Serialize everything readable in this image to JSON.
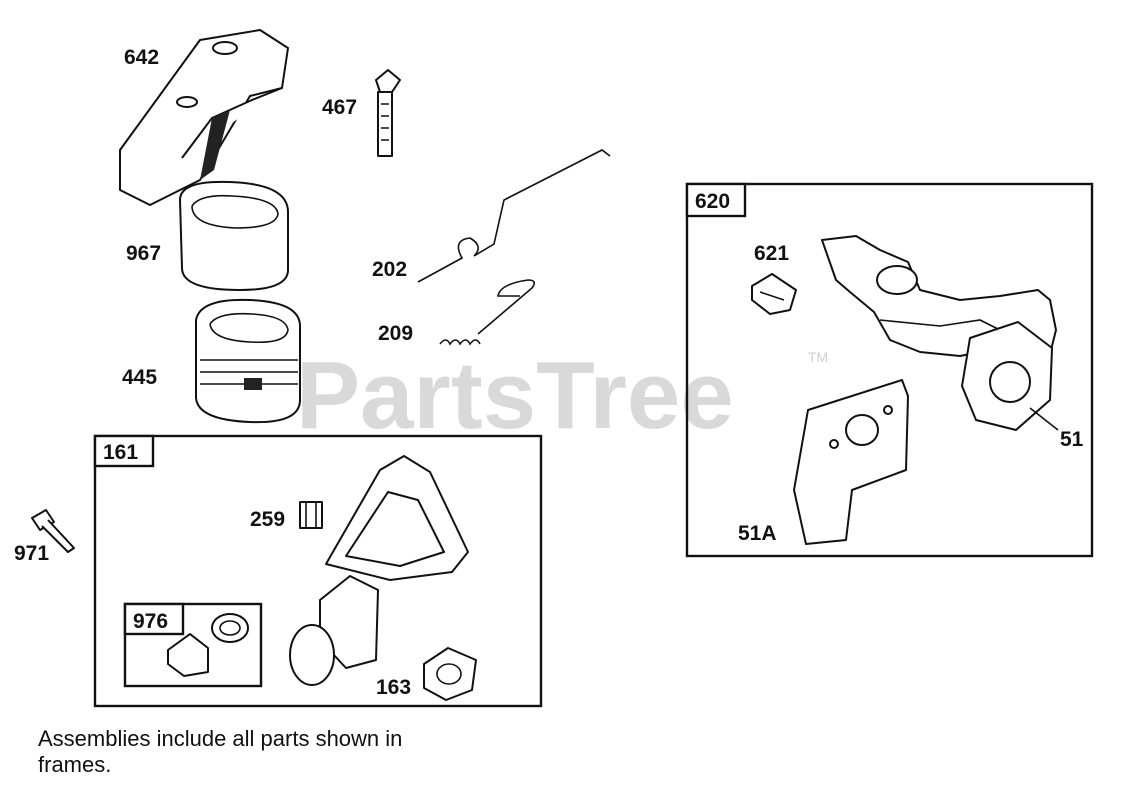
{
  "watermark": {
    "text": "PartsTree",
    "trademark": "TM"
  },
  "parts": {
    "p642": "642",
    "p467": "467",
    "p967": "967",
    "p202": "202",
    "p209": "209",
    "p445": "445",
    "p971": "971",
    "p259": "259",
    "p163": "163",
    "p621": "621",
    "p51": "51",
    "p51a": "51A"
  },
  "frames": {
    "f161": "161",
    "f976": "976",
    "f620": "620"
  },
  "note": "Assemblies include all parts shown in frames.",
  "colors": {
    "ink": "#111111",
    "watermark": "#d9d9d9",
    "background": "#ffffff"
  }
}
